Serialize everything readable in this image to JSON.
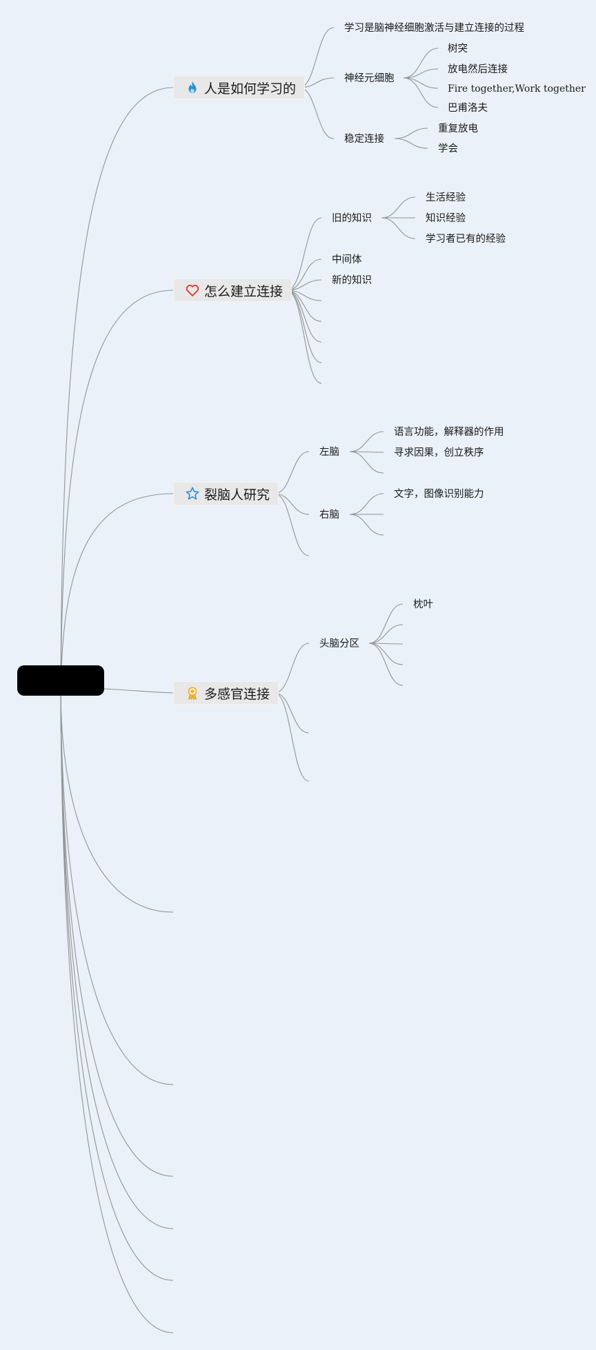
{
  "root": {
    "label": ""
  },
  "topics": [
    {
      "label": "人是如何学习的",
      "icon": "flame-icon",
      "children": [
        {
          "label": "学习是脑神经细胞激活与建立连接的过程"
        },
        {
          "label": "神经元细胞",
          "children": [
            "树突",
            "放电然后连接",
            "Fire together,Work together",
            "巴甫洛夫"
          ]
        },
        {
          "label": "稳定连接",
          "children": [
            "重复放电",
            "学会"
          ]
        }
      ]
    },
    {
      "label": "怎么建立连接",
      "icon": "heart-icon",
      "children": [
        {
          "label": "旧的知识",
          "children": [
            "生活经验",
            "知识经验",
            "学习者已有的经验"
          ]
        },
        {
          "label": "中间体"
        },
        {
          "label": "新的知识"
        }
      ]
    },
    {
      "label": "裂脑人研究",
      "icon": "star-icon",
      "children": [
        {
          "label": "左脑",
          "children": [
            "语言功能，解释器的作用",
            "寻求因果，创立秩序"
          ]
        },
        {
          "label": "右脑",
          "children": [
            "文字，图像识别能力"
          ]
        }
      ]
    },
    {
      "label": "多感官连接",
      "icon": "award-icon",
      "children": [
        {
          "label": "头脑分区",
          "children": [
            "枕叶"
          ]
        }
      ]
    }
  ],
  "colors": {
    "background": "#eaf1f8",
    "line": "#8f9597",
    "flame": "#2a8fd6",
    "heart": "#d83b34",
    "star": "#2a8fd6",
    "award": "#f1b62f"
  }
}
